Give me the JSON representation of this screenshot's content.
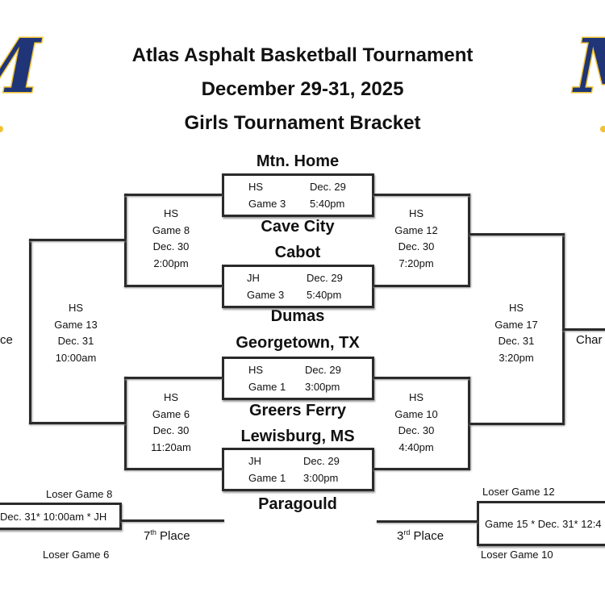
{
  "logo": {
    "letter": "M",
    "colors": {
      "fill": "#1f3578",
      "outline": "#f1c232"
    }
  },
  "header": {
    "line1": "Atlas Asphalt Basketball Tournament",
    "line2": "December 29-31, 2025",
    "line3": "Girls Tournament Bracket"
  },
  "teams": [
    "Mtn. Home",
    "Cave City",
    "Cabot",
    "Dumas",
    "Georgetown, TX",
    "Greers Ferry",
    "Lewisburg, MS",
    "Paragould"
  ],
  "first_round": [
    {
      "level": "HS",
      "game": "Game 3",
      "date": "Dec. 29",
      "time": "5:40pm"
    },
    {
      "level": "JH",
      "game": "Game 3",
      "date": "Dec. 29",
      "time": "5:40pm"
    },
    {
      "level": "HS",
      "game": "Game 1",
      "date": "Dec. 29",
      "time": "3:00pm"
    },
    {
      "level": "JH",
      "game": "Game 1",
      "date": "Dec. 29",
      "time": "3:00pm"
    }
  ],
  "games": {
    "g8": {
      "level": "HS",
      "game": "Game 8",
      "date": "Dec. 30",
      "time": "2:00pm"
    },
    "g12": {
      "level": "HS",
      "game": "Game 12",
      "date": "Dec. 30",
      "time": "7:20pm"
    },
    "g6": {
      "level": "HS",
      "game": "Game 6",
      "date": "Dec. 30",
      "time": "11:20am"
    },
    "g10": {
      "level": "HS",
      "game": "Game 10",
      "date": "Dec. 30",
      "time": "4:40pm"
    },
    "g13": {
      "level": "HS",
      "game": "Game 13",
      "date": "Dec. 31",
      "time": "10:00am"
    },
    "g17": {
      "level": "HS",
      "game": "Game 17",
      "date": "Dec. 31",
      "time": "3:20pm"
    }
  },
  "left_edge_label": "ce",
  "right_edge_label": "Char",
  "seventh": {
    "top": "Loser Game 8",
    "box": "Dec. 31* 10:00am * JH",
    "bottom": "Loser Game 6",
    "place_num": "7",
    "place_sup": "th",
    "place_word": "Place"
  },
  "third": {
    "top": "Loser Game 12",
    "box": "Game 15 * Dec. 31* 12:4",
    "bottom": "Loser Game 10",
    "place_num": "3",
    "place_sup": "rd",
    "place_word": "Place"
  }
}
